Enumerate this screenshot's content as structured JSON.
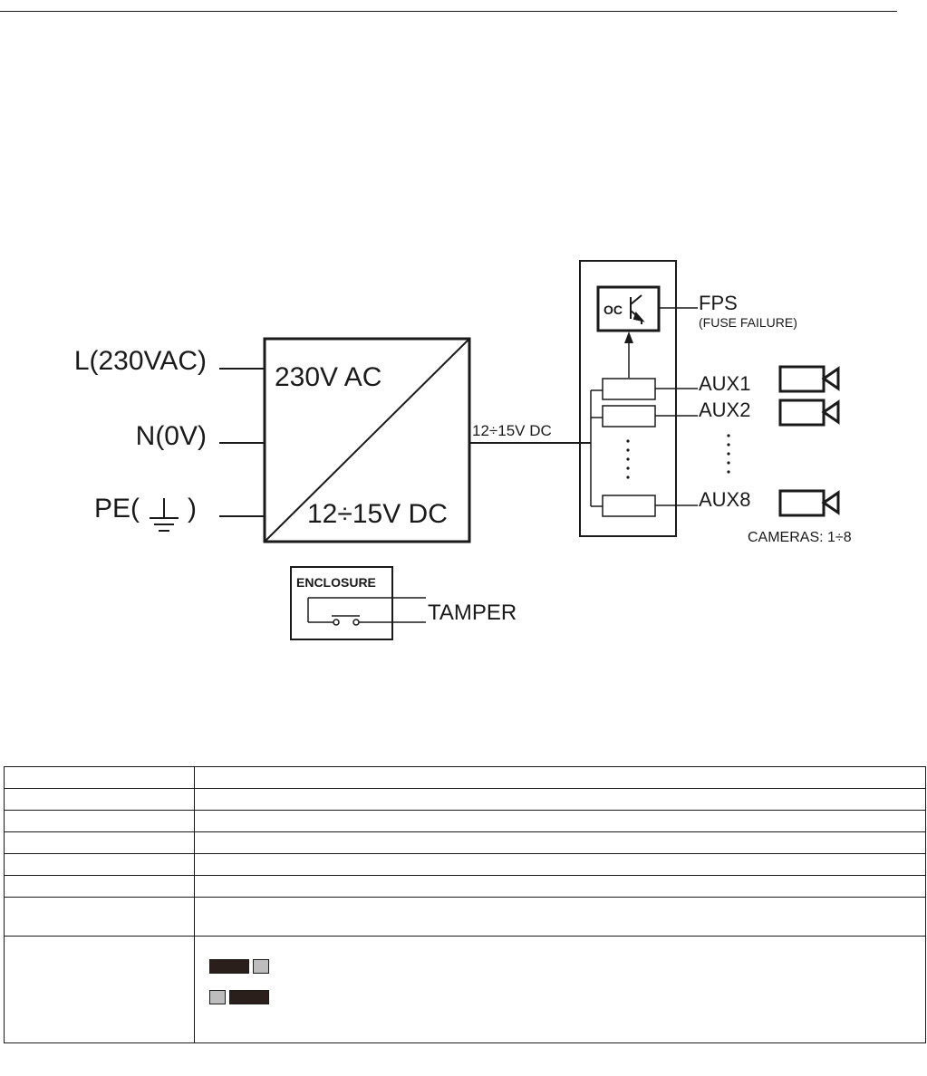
{
  "diagram": {
    "inputs": {
      "live": "L(230VAC)",
      "neutral": "N(0V)",
      "earth_prefix": "PE(",
      "earth_suffix": ")"
    },
    "psu": {
      "input_label": "230V AC",
      "output_label": "12÷15V DC"
    },
    "dc_bus_label": "12÷15V DC",
    "fps": {
      "label": "FPS",
      "sublabel": "(FUSE FAILURE)",
      "oc_label": "OC"
    },
    "outputs": {
      "aux1": "AUX1",
      "aux2": "AUX2",
      "aux8": "AUX8",
      "cameras_caption": "CAMERAS: 1÷8"
    },
    "enclosure": {
      "label": "ENCLOSURE",
      "tamper_label": "TAMPER"
    }
  },
  "colors": {
    "line": "#1a1a1a",
    "swatch_dark": "#2a1f1a",
    "swatch_light": "#bdbdbd"
  }
}
